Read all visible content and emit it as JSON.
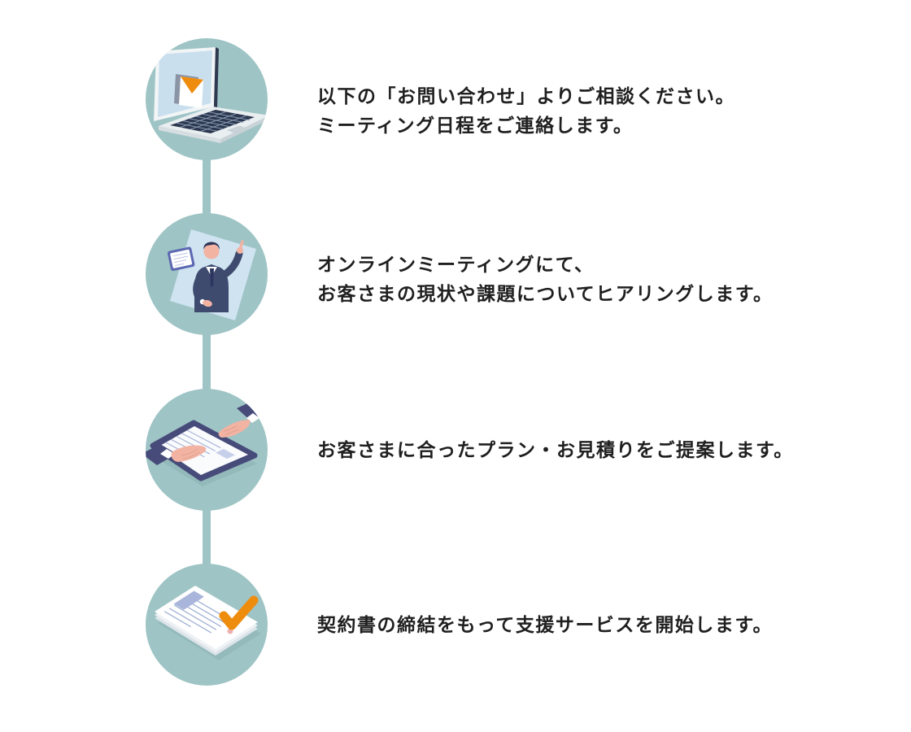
{
  "palette": {
    "page_bg": "#ffffff",
    "circle_teal": "#9ec4c5",
    "text_dark": "#1f1f1f",
    "accent_orange": "#ee8c0e",
    "illustration_navy": "#474b7a",
    "suit_navy": "#3e4a6e",
    "screen_blue": "#c9dfee",
    "panel_blue": "#cfe3f1",
    "skin": "#f2b3a3"
  },
  "steps": [
    {
      "icon": "laptop-email-icon",
      "lines": [
        "以下の「お問い合わせ」よりご相談ください。",
        "ミーティング日程をご連絡します。"
      ]
    },
    {
      "icon": "online-meeting-icon",
      "lines": [
        "オンラインミーティングにて、",
        "お客さまの現状や課題についてヒアリングします。"
      ]
    },
    {
      "icon": "proposal-handshake-icon",
      "lines": [
        "お客さまに合ったプラン・お見積りをご提案します。"
      ]
    },
    {
      "icon": "contract-check-icon",
      "lines": [
        "契約書の締結をもって支援サービスを開始します。"
      ]
    }
  ]
}
